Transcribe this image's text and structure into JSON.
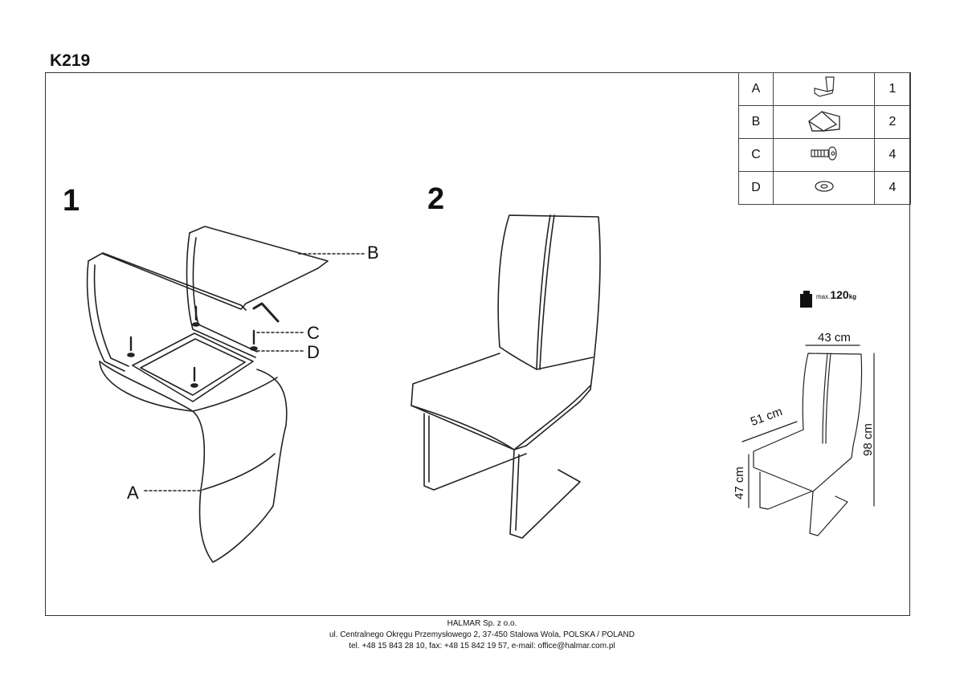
{
  "document": {
    "title": "K219"
  },
  "steps": [
    "1",
    "2"
  ],
  "callouts": {
    "a": "A",
    "b": "B",
    "c": "C",
    "d": "D"
  },
  "parts_table": [
    {
      "letter": "A",
      "icon": "chair-seat-icon",
      "qty": "1"
    },
    {
      "letter": "B",
      "icon": "chair-frame-icon",
      "qty": "2"
    },
    {
      "letter": "C",
      "icon": "bolt-icon",
      "qty": "4"
    },
    {
      "letter": "D",
      "icon": "washer-icon",
      "qty": "4"
    }
  ],
  "specs": {
    "max_prefix": "max.",
    "max_load": "120",
    "max_unit": "kg",
    "width": "43 cm",
    "depth": "51 cm",
    "height": "98 cm",
    "seat_height": "47 cm"
  },
  "footer": {
    "company": "HALMAR Sp. z o.o.",
    "address": "ul. Centralnego Okręgu Przemysłowego 2, 37-450 Stalowa Wola, POLSKA / POLAND",
    "contact": "tel. +48 15 843 28 10, fax: +48 15 842 19 57, e-mail: office@halmar.com.pl"
  }
}
